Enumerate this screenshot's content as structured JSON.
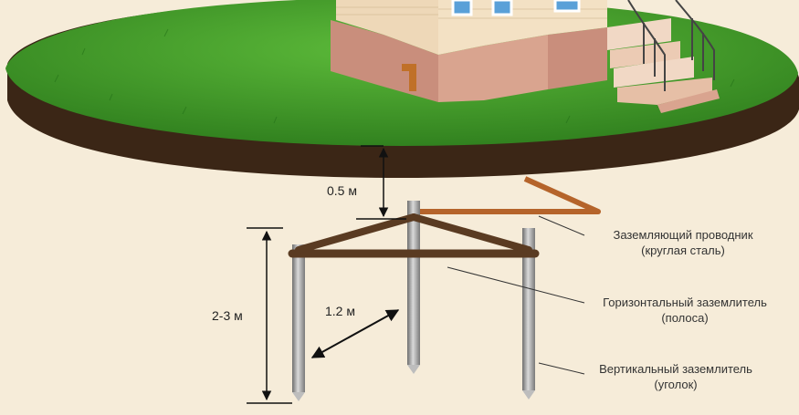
{
  "dimensions": {
    "depth": "0.5 м",
    "spacing": "1.2 м",
    "rod_length": "2-3 м"
  },
  "labels": {
    "conductor_line1": "Заземляющий проводник",
    "conductor_line2": "(круглая сталь)",
    "horizontal_line1": "Горизонтальный заземлитель",
    "horizontal_line2": "(полоса)",
    "vertical_line1": "Вертикальный заземлитель",
    "vertical_line2": "(уголок)"
  },
  "colors": {
    "background": "#f6ecd9",
    "grass": "#3f9a2a",
    "soil": "#3b2616",
    "strip": "#5a3b22",
    "conductor": "#b5642b",
    "rod": "#9a9a9a",
    "wall": "#eed8b8",
    "plinth": "#c98e7c"
  },
  "icons": [
    "house-illustration",
    "ground-rod-icon"
  ]
}
